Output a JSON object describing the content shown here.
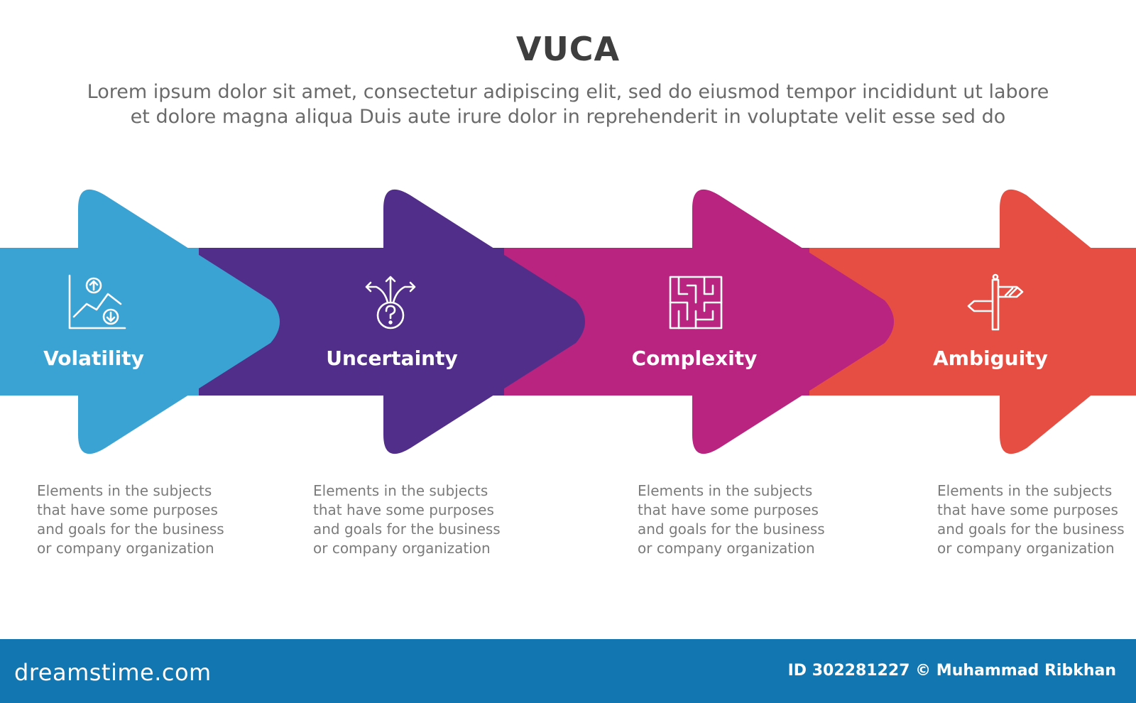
{
  "title": "VUCA",
  "subtitle": {
    "line1": "Lorem ipsum dolor sit amet, consectetur adipiscing elit, sed do eiusmod tempor incididunt ut labore",
    "line2": "et dolore magna aliqua Duis aute irure dolor in reprehenderit in voluptate velit esse sed do"
  },
  "stages": [
    {
      "label": "Volatility",
      "icon": "chart-up-down-icon",
      "color": "#3ba3d4",
      "desc": [
        "Elements in the subjects",
        "that have some purposes",
        "and goals for the  business",
        "or company organization"
      ]
    },
    {
      "label": "Uncertainty",
      "icon": "question-arrows-icon",
      "color": "#512e8a",
      "desc": [
        "Elements in the subjects",
        "that have some purposes",
        "and goals for the  business",
        "or company organization"
      ]
    },
    {
      "label": "Complexity",
      "icon": "maze-icon",
      "color": "#b8247f",
      "desc": [
        "Elements in the subjects",
        "that have some purposes",
        "and goals for the  business",
        "or company organization"
      ]
    },
    {
      "label": "Ambiguity",
      "icon": "signpost-icon",
      "color": "#e64e44",
      "desc": [
        "Elements in the subjects",
        "that have some purposes",
        "and goals for the  business",
        "or company organization"
      ]
    }
  ],
  "footer": {
    "logo": "dreamstime.com",
    "credit": "ID 302281227 © Muhammad Ribkhan"
  }
}
